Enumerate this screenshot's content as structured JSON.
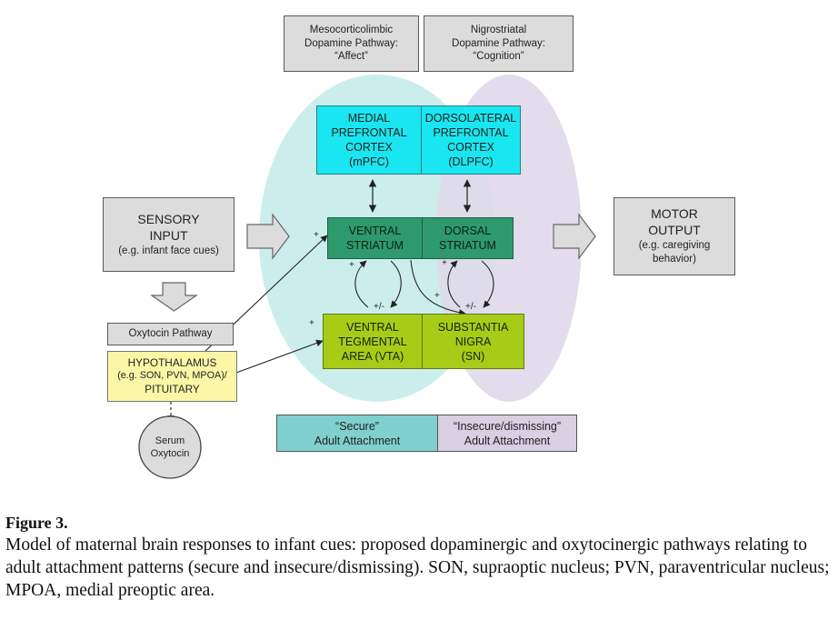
{
  "pathways": {
    "mesocorticolimbic": [
      "Mesocorticolimbic",
      "Dopamine Pathway:",
      "“Affect”"
    ],
    "nigrostriatal": [
      "Nigrostriatal",
      "Dopamine Pathway:",
      "“Cognition”"
    ]
  },
  "regions": {
    "mpfc": [
      "MEDIAL",
      "PREFRONTAL",
      "CORTEX",
      "(mPFC)"
    ],
    "dlpfc": [
      "DORSOLATERAL",
      "PREFRONTAL",
      "CORTEX",
      "(DLPFC)"
    ],
    "ventral_striatum": [
      "VENTRAL",
      "STRIATUM"
    ],
    "dorsal_striatum": [
      "DORSAL",
      "STRIATUM"
    ],
    "vta": [
      "VENTRAL",
      "TEGMENTAL",
      "AREA (VTA)"
    ],
    "sn": [
      "SUBSTANTIA",
      "NIGRA",
      "(SN)"
    ]
  },
  "sensory_input": {
    "title": [
      "SENSORY",
      "INPUT"
    ],
    "example": "(e.g. infant face cues)"
  },
  "motor_output": {
    "title": [
      "MOTOR",
      "OUTPUT"
    ],
    "example": [
      "(e.g. caregiving",
      "behavior)"
    ]
  },
  "oxytocin_pathway": "Oxytocin Pathway",
  "hypothalamus": [
    "HYPOTHALAMUS",
    "(e.g. SON, PVN, MPOA)/",
    "PITUITARY"
  ],
  "serum_oxytocin": [
    "Serum",
    "Oxytocin"
  ],
  "signs": {
    "plus": "+",
    "plus_minus": "+/-"
  },
  "attachment": {
    "secure": [
      "“Secure”",
      "Adult Attachment"
    ],
    "insecure": [
      "“Insecure/dismissing”",
      "Adult Attachment"
    ]
  },
  "colors": {
    "secure_oval": "#cbeeed",
    "insecure_oval": "#e0d9ea",
    "secure_box": "#7fd0cf",
    "insecure_box": "#d8cfe2"
  },
  "caption": {
    "label": "Figure 3.",
    "text": "Model of maternal brain responses to infant cues: proposed dopaminergic and oxytocinergic pathways relating to adult attachment patterns (secure and insecure/dismissing). SON, supraoptic nucleus; PVN, paraventricular nucleus; MPOA, medial preoptic area."
  }
}
